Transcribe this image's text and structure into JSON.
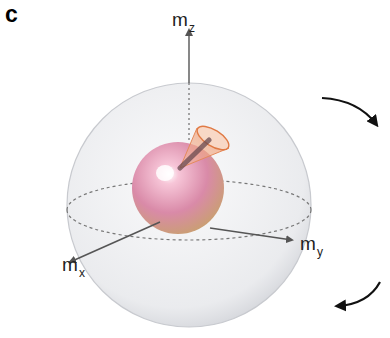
{
  "diagram": {
    "labels": [
      "c",
      "m",
      "z",
      "m",
      "x",
      "m",
      "y"
    ]
  }
}
